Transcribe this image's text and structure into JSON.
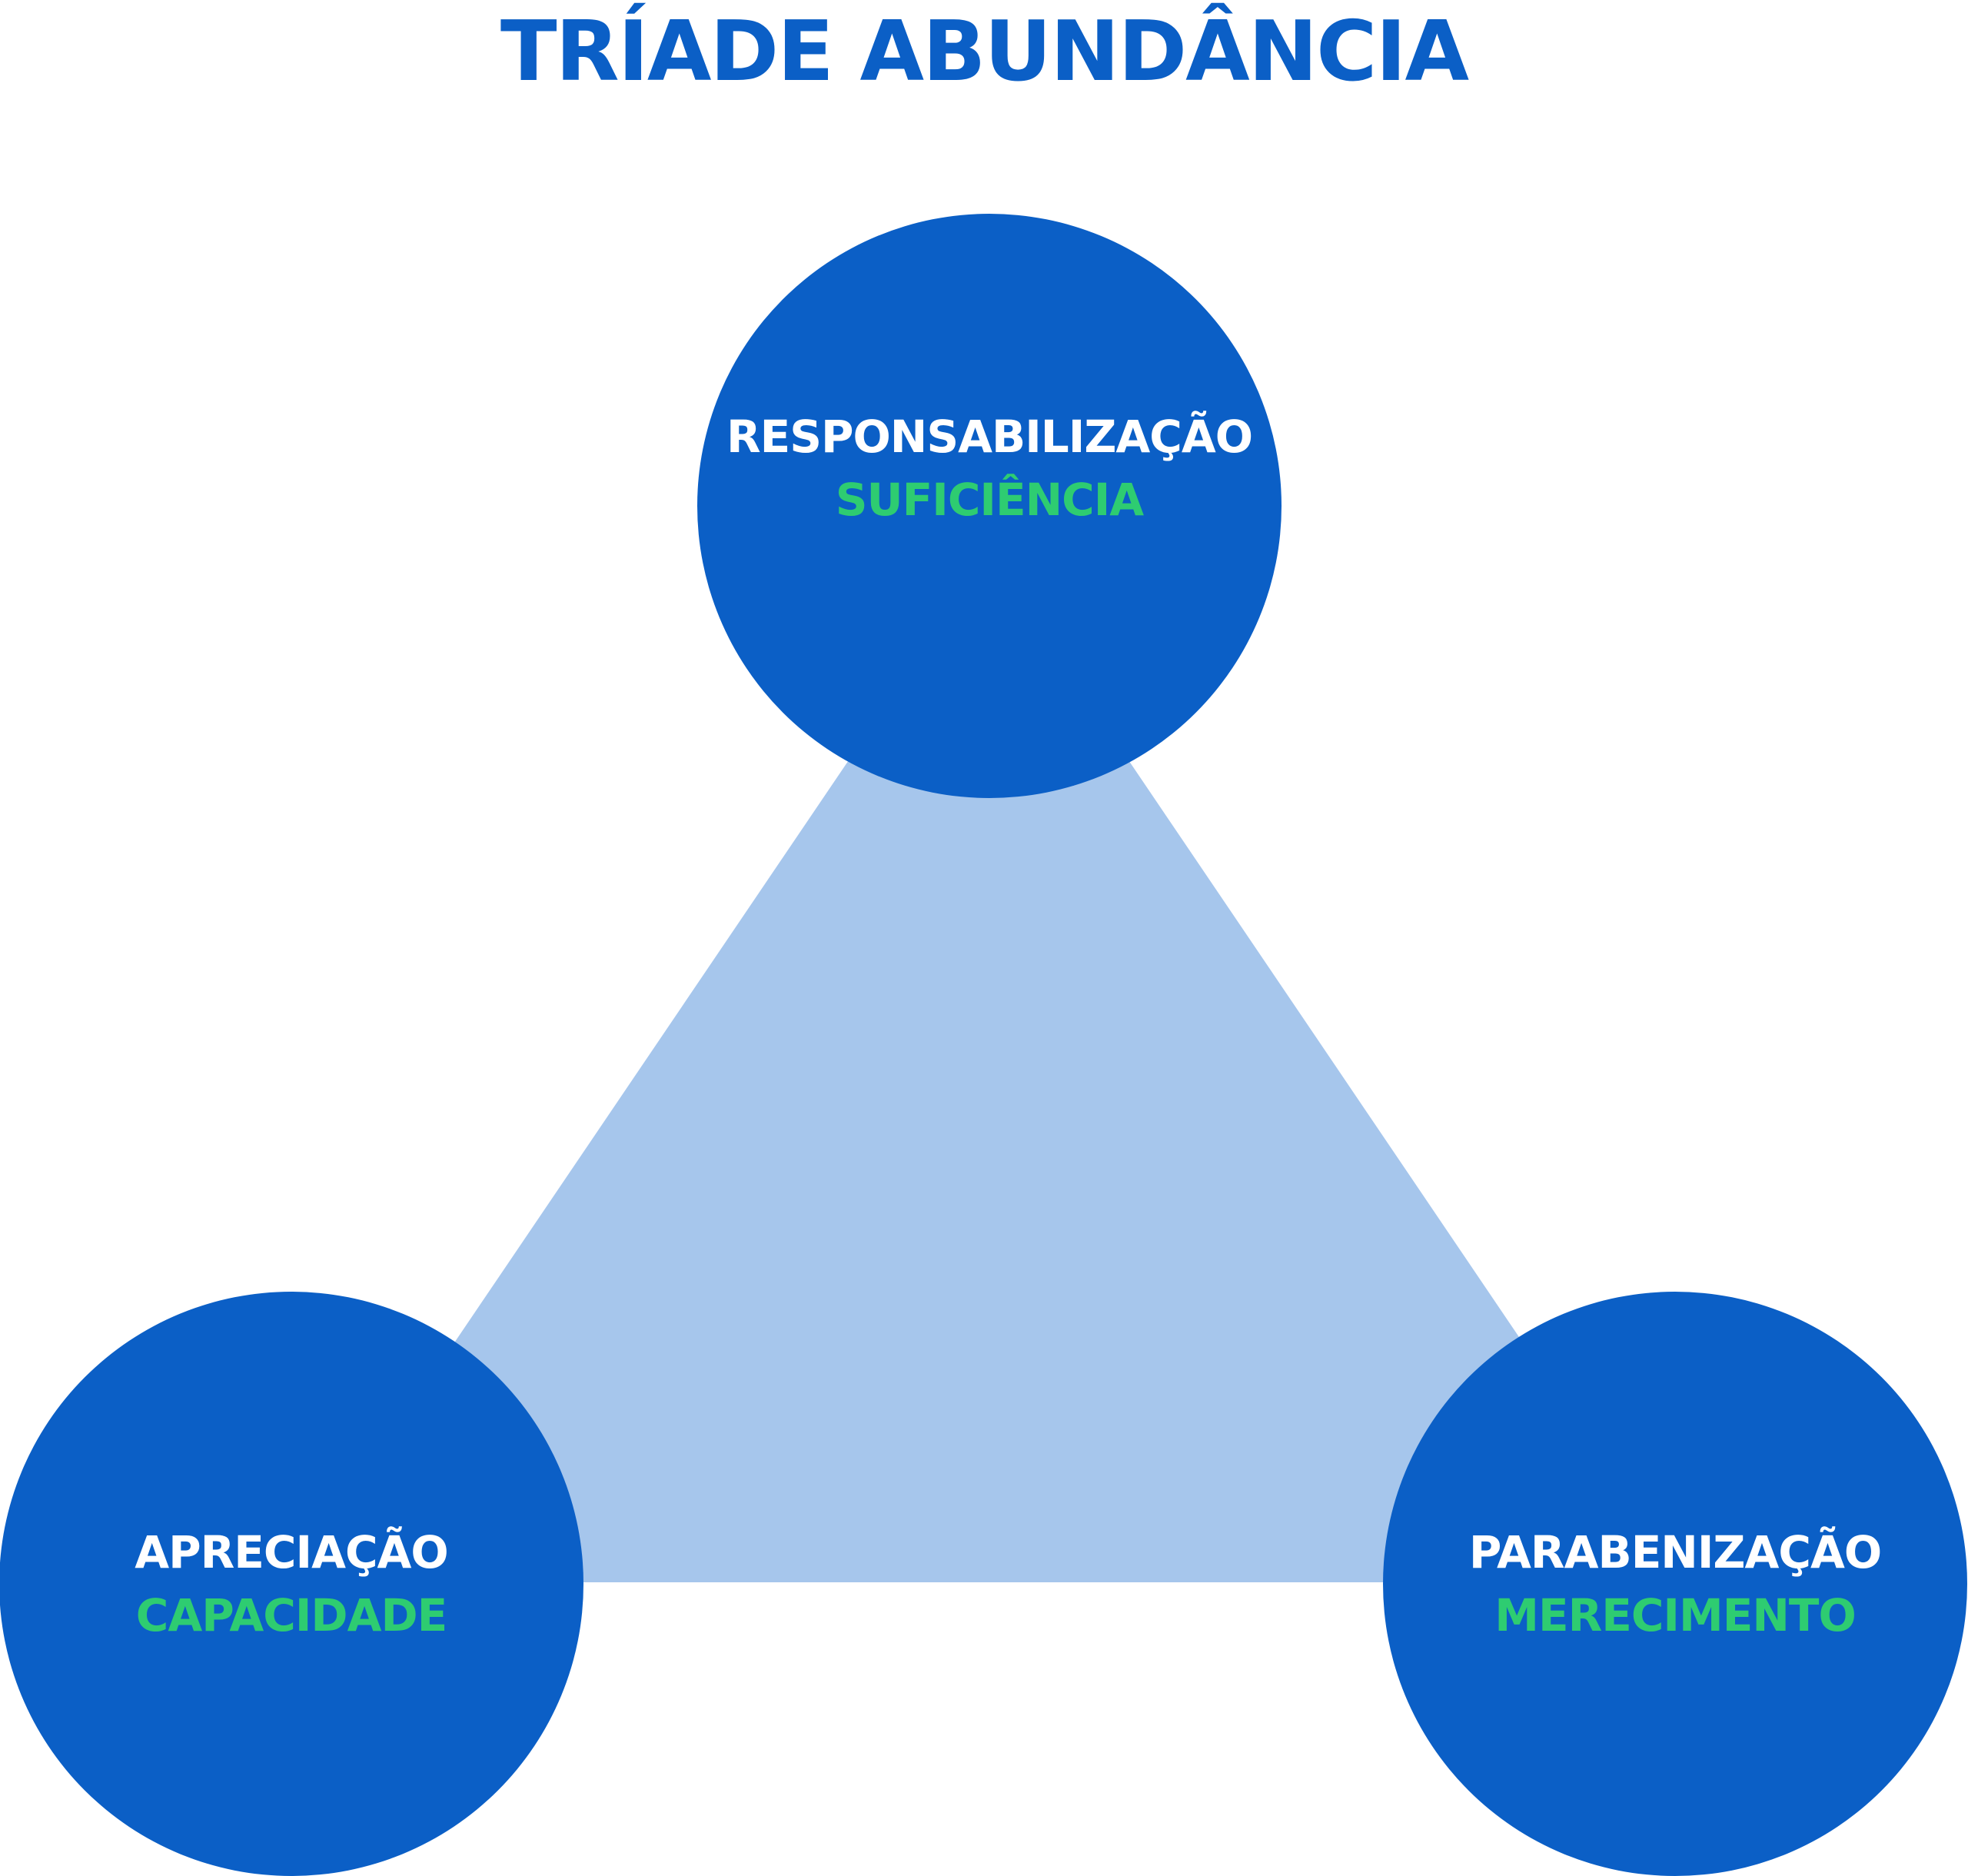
{
  "title": "TRÍADE ABUNDÂNCIA",
  "nodes": [
    {
      "primary": "RESPONSABILIZAÇÃO",
      "secondary": "SUFICIÊNCIA"
    },
    {
      "primary": "APRECIAÇÃO",
      "secondary": "CAPACIDADE"
    },
    {
      "primary": "PARABENIZAÇÃO",
      "secondary": "MERECIMENTO"
    }
  ],
  "colors": {
    "title": "#0b5fc6",
    "circle": "#0b5fc6",
    "triangle": "#a6c6ec",
    "primary_text": "#ffffff",
    "secondary_text": "#2ecc71",
    "background": "#ffffff"
  }
}
